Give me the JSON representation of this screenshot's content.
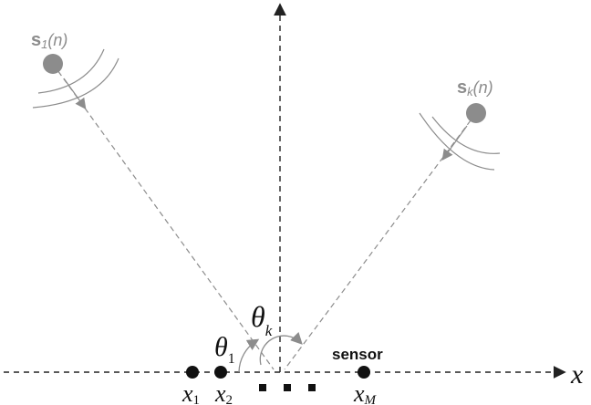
{
  "labels": {
    "source_1_main": "s",
    "source_1_sub": "1",
    "source_1_arg": "(n)",
    "source_k_main": "s",
    "source_k_sub": "k",
    "source_k_arg": "(n)",
    "sensor": "sensor",
    "x_axis": "x",
    "theta_1_main": "θ",
    "theta_1_sub": "1",
    "theta_k_main": "θ",
    "theta_k_sub": "k",
    "sensor_x1_main": "x",
    "sensor_x1_sub": "1",
    "sensor_x2_main": "x",
    "sensor_x2_sub": "2",
    "sensor_xM_main": "x",
    "sensor_xM_sub": "M"
  },
  "colors": {
    "axis": "#222222",
    "source": "#8c8c8c",
    "ray": "#8c8c8c",
    "sensor": "#111111",
    "text_gray": "#8c8c8c",
    "text_dark": "#111111"
  }
}
